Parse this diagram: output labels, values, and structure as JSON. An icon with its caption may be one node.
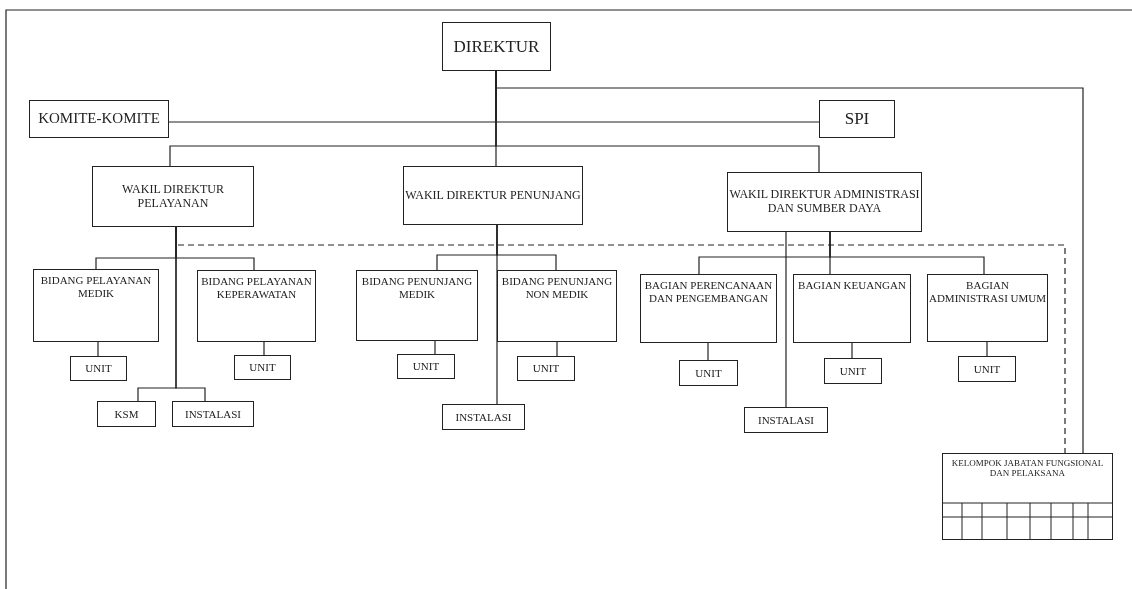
{
  "diagram": {
    "nodes": [
      {
        "text": [
          "DIREKTUR"
        ]
      },
      {
        "text": [
          "KOMITE-KOMITE"
        ]
      },
      {
        "text": [
          "SPI"
        ]
      },
      {
        "text": [
          "WAKIL DIREKTUR PELAYANAN"
        ]
      },
      {
        "text": [
          "WAKIL DIREKTUR PENUNJANG"
        ]
      },
      {
        "text": [
          "WAKIL DIREKTUR ADMINISTRASI DAN SUMBER DAYA"
        ]
      },
      {
        "text": [
          "BIDANG PELAYANAN MEDIK"
        ]
      },
      {
        "text": [
          "BIDANG PELAYANAN KEPERAWATAN"
        ]
      },
      {
        "text": [
          "BIDANG PENUNJANG MEDIK"
        ]
      },
      {
        "text": [
          "BIDANG PENUNJANG NON MEDIK"
        ]
      },
      {
        "text": [
          "BAGIAN PERENCANAAN DAN PENGEMBANGAN"
        ]
      },
      {
        "text": [
          "BAGIAN KEUANGAN"
        ]
      },
      {
        "text": [
          "BAGIAN ADMINISTRASI UMUM"
        ]
      },
      {
        "text": [
          "UNIT"
        ]
      },
      {
        "text": [
          "UNIT"
        ]
      },
      {
        "text": [
          "UNIT"
        ]
      },
      {
        "text": [
          "UNIT"
        ]
      },
      {
        "text": [
          "UNIT"
        ]
      },
      {
        "text": [
          "UNIT"
        ]
      },
      {
        "text": [
          "UNIT"
        ]
      },
      {
        "text": [
          "KSM"
        ]
      },
      {
        "text": [
          "INSTALASI"
        ]
      },
      {
        "text": [
          "INSTALASI"
        ]
      },
      {
        "text": [
          "INSTALASI"
        ]
      },
      {
        "text": [
          "KELOMPOK JABATAN FUNGSIONAL DAN PELAKSANA"
        ]
      }
    ],
    "edges": [
      {
        "from": 0,
        "to": 1,
        "arrow": "none"
      },
      {
        "from": 0,
        "to": 2,
        "arrow": "none"
      },
      {
        "from": 0,
        "to": 3,
        "arrow": "none"
      },
      {
        "from": 0,
        "to": 4,
        "arrow": "none"
      },
      {
        "from": 0,
        "to": 5,
        "arrow": "none"
      },
      {
        "from": 0,
        "to": 24,
        "arrow": "none"
      },
      {
        "from": 3,
        "to": 24,
        "arrow": "none",
        "style": "dashed"
      },
      {
        "from": 3,
        "to": 6,
        "arrow": "none"
      },
      {
        "from": 3,
        "to": 7,
        "arrow": "none"
      },
      {
        "from": 3,
        "to": 20,
        "arrow": "none"
      },
      {
        "from": 3,
        "to": 21,
        "arrow": "none"
      },
      {
        "from": 4,
        "to": 8,
        "arrow": "none"
      },
      {
        "from": 4,
        "to": 9,
        "arrow": "none"
      },
      {
        "from": 4,
        "to": 22,
        "arrow": "none"
      },
      {
        "from": 5,
        "to": 10,
        "arrow": "none"
      },
      {
        "from": 5,
        "to": 11,
        "arrow": "none"
      },
      {
        "from": 5,
        "to": 12,
        "arrow": "none"
      },
      {
        "from": 5,
        "to": 23,
        "arrow": "none"
      },
      {
        "from": 6,
        "to": 13,
        "arrow": "none"
      },
      {
        "from": 7,
        "to": 14,
        "arrow": "none"
      },
      {
        "from": 8,
        "to": 15,
        "arrow": "none"
      },
      {
        "from": 9,
        "to": 16,
        "arrow": "none"
      },
      {
        "from": 10,
        "to": 17,
        "arrow": "none"
      },
      {
        "from": 11,
        "to": 18,
        "arrow": "none"
      },
      {
        "from": 12,
        "to": 19,
        "arrow": "none"
      }
    ]
  }
}
